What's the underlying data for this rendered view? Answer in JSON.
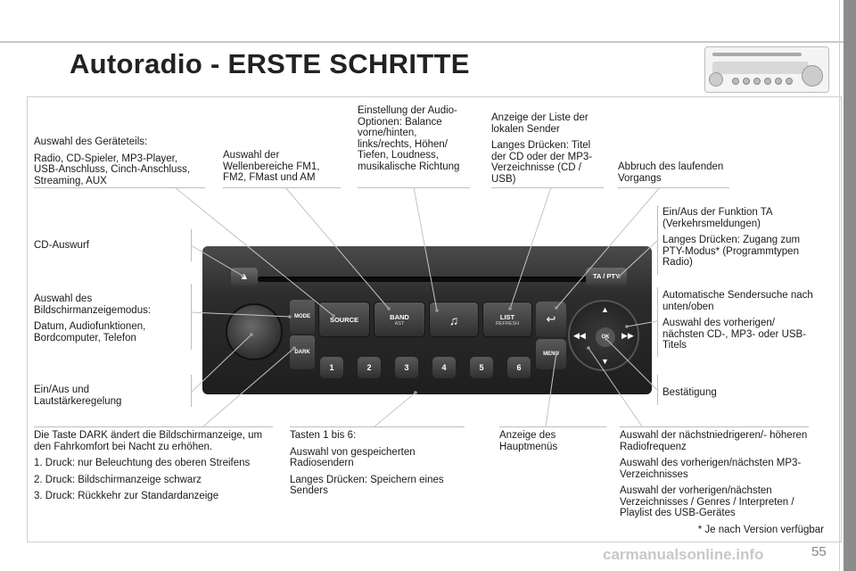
{
  "title": "Autoradio - ERSTE SCHRITTE",
  "labels": {
    "geraeteteil": [
      "Auswahl des Geräteteils:",
      "Radio, CD-Spieler, MP3-Player, USB-Anschluss, Cinch-Anschluss, Streaming, AUX"
    ],
    "wellenbereiche": [
      "Auswahl der Wellenbereiche FM1, FM2, FMast und AM"
    ],
    "audio_optionen": [
      "Einstellung der Audio-Optionen: Balance vorne/hinten, links/rechts, Höhen/ Tiefen, Loudness, musikalische Richtung"
    ],
    "liste": [
      "Anzeige der Liste der lokalen Sender",
      "Langes Drücken: Titel der CD oder der MP3-Verzeichnisse (CD / USB)"
    ],
    "abbruch": [
      "Abbruch des laufenden Vorgangs"
    ],
    "ta": [
      "Ein/Aus der Funktion TA (Verkehrsmeldungen)",
      "Langes Drücken: Zugang zum PTY-Modus* (Programmtypen Radio)"
    ],
    "cd_auswurf": [
      "CD-Auswurf"
    ],
    "bildschirm": [
      "Auswahl des Bildschirmanzeigemodus:",
      "Datum, Audiofunktionen, Bordcomputer, Telefon"
    ],
    "sendersuche": [
      "Automatische Sendersuche nach unten/oben",
      "Auswahl des vorherigen/ nächsten CD-, MP3- oder USB-Titels"
    ],
    "ein_aus": [
      "Ein/Aus und Lautstärkeregelung"
    ],
    "bestaetigung": [
      "Bestätigung"
    ],
    "dark": [
      "Die Taste DARK ändert die Bildschirmanzeige, um den Fahrkomfort bei Nacht zu erhöhen.",
      "1. Druck: nur Beleuchtung des oberen Streifens",
      "2. Druck: Bildschirmanzeige schwarz",
      "3. Druck: Rückkehr zur Standardanzeige"
    ],
    "tasten": [
      "Tasten 1 bis 6:",
      "Auswahl von gespeicherten Radiosendern",
      "Langes Drücken: Speichern eines Senders"
    ],
    "hauptmenue": [
      "Anzeige des Hauptmenüs"
    ],
    "frequenz": [
      "Auswahl der nächstniedrigeren/- höheren Radiofrequenz",
      "Auswahl des vorherigen/nächsten MP3-Verzeichnisses",
      "Auswahl der vorherigen/nächsten Verzeichnisses / Genres / Interpreten / Playlist des USB-Gerätes"
    ]
  },
  "radio": {
    "eject": "▲",
    "tapty": "TA / PTY",
    "mode": "MODE",
    "dark": "DARK",
    "source": "SOURCE",
    "band": "BAND",
    "band_sub": "AST",
    "note": "♫",
    "list": "LIST",
    "list_sub": "REFRESH",
    "back": "↩",
    "menu": "MENU",
    "ok": "OK",
    "up": "▲",
    "down": "▼",
    "left": "◀◀",
    "right": "▶▶",
    "numbers": [
      "1",
      "2",
      "3",
      "4",
      "5",
      "6"
    ]
  },
  "footnote": "* Je nach Version verfügbar",
  "page_number": "55",
  "watermark": "carmanualsonline.info"
}
